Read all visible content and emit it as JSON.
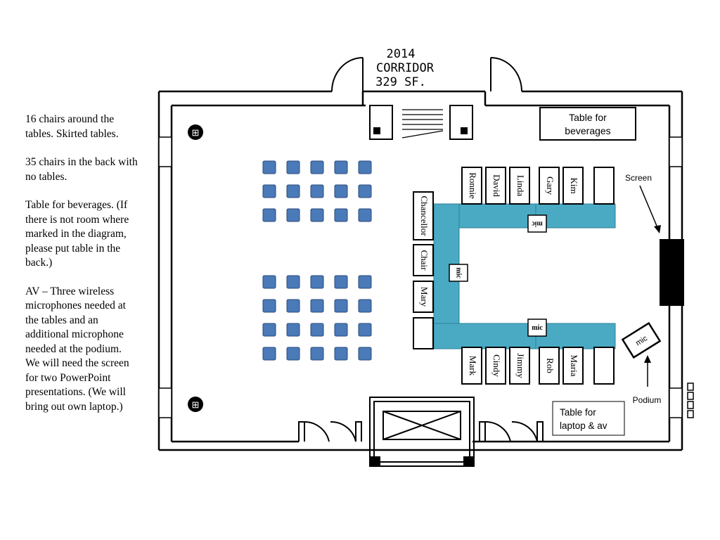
{
  "notes": [
    "16 chairs around the tables. Skirted tables.",
    "35 chairs in the back with no tables.",
    "Table for beverages. (If there is not room where marked in the diagram, please put table in the back.)",
    "AV – Three wireless microphones needed at the tables and an additional microphone needed at the podium.  We will need the screen for two PowerPoint presentations.  (We will bring out own laptop.)"
  ],
  "corridor": {
    "line1": "2014",
    "line2": "CORRIDOR",
    "line3": "329 SF."
  },
  "beverage_table": {
    "line1": "Table for",
    "line2": "beverages"
  },
  "laptop_table": {
    "line1": "Table for",
    "line2": "laptop & av"
  },
  "screen_label": "Screen",
  "podium_label": "Podium",
  "mic_label": "mic",
  "chairs_top": [
    "Ronnie",
    "David",
    "Linda",
    "Gary",
    "Kim",
    ""
  ],
  "chairs_bottom": [
    "Mark",
    "Cindy",
    "Jimmy",
    "Rob",
    "Maria",
    ""
  ],
  "chairs_left": [
    "Chancellor",
    "Chair",
    "Mary",
    ""
  ],
  "colors": {
    "table": "#4aaac4",
    "back_chair": "#4a7ab8",
    "back_chair_border": "#2a4a78",
    "wall": "#000000"
  },
  "back_chairs": {
    "groups": 2,
    "rows_per_group": 3,
    "rows_group2": 4,
    "cols": 5
  }
}
